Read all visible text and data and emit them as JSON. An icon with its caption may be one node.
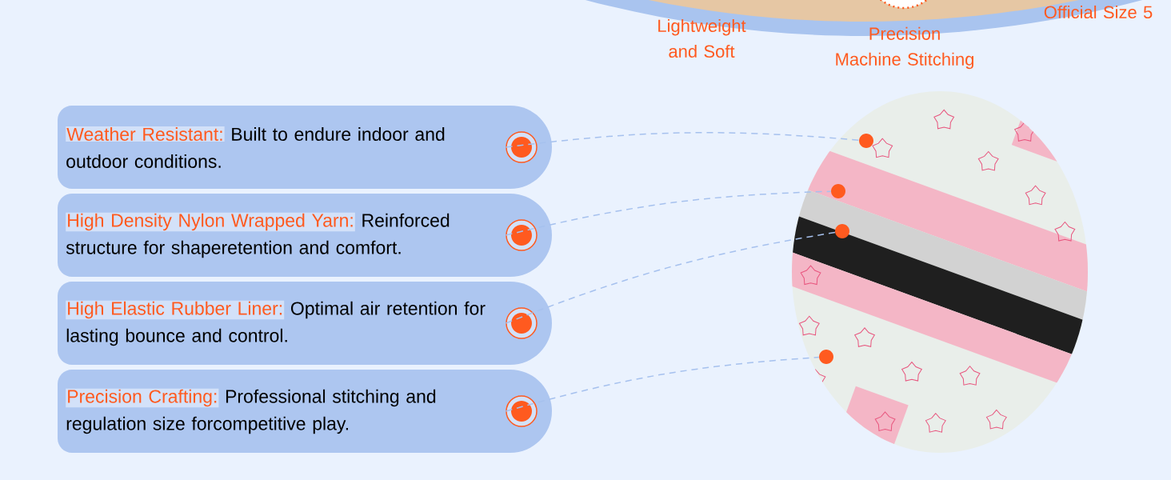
{
  "diagram": {
    "nodes": [
      {
        "text": [
          "Weather Resistant:",
          "Built to endure indoor and outdoor conditions."
        ]
      },
      {
        "text": [
          "High Density Nylon Wrapped Yarn:",
          "Reinforced structure for shaperetention and comfort."
        ]
      },
      {
        "text": [
          "High Elastic Rubber Liner:",
          "Optimal air retention for lasting bounce and control."
        ]
      },
      {
        "text": [
          "Precision Crafting:",
          "Professional stitching and regulation size forcompetitive play."
        ]
      },
      {
        "text": [],
        "shape": "circle"
      },
      {
        "text": [],
        "shape": "circle"
      },
      {
        "text": [],
        "shape": "circle"
      },
      {
        "text": [],
        "shape": "circle"
      }
    ],
    "edges": [
      {
        "from": 0,
        "to": 4,
        "arrow": "none",
        "style": "dashed"
      },
      {
        "from": 1,
        "to": 5,
        "arrow": "none",
        "style": "dashed"
      },
      {
        "from": 2,
        "to": 6,
        "arrow": "none",
        "style": "dashed"
      },
      {
        "from": 3,
        "to": 7,
        "arrow": "none",
        "style": "dashed"
      }
    ],
    "labels": [
      "Official Size 5",
      "Lightweight and Soft",
      "Precision Machine Stitching"
    ]
  }
}
